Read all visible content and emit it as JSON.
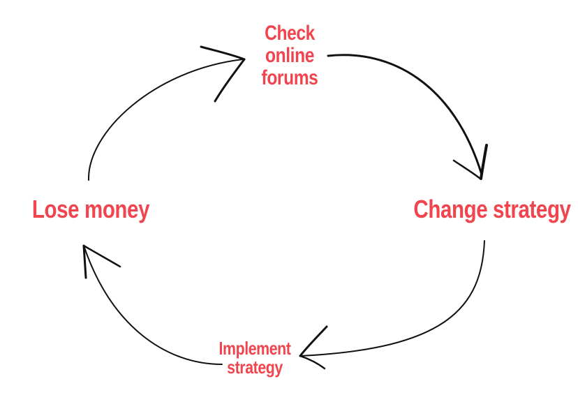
{
  "diagram": {
    "type": "cycle",
    "accent_color": "#f0454e",
    "arrow_color": "#111111",
    "nodes": {
      "check_forums": {
        "lines": [
          "Check",
          "online",
          "forums"
        ]
      },
      "change_strategy": {
        "text": "Change strategy"
      },
      "implement_strategy": {
        "lines": [
          "Implement",
          "strategy"
        ]
      },
      "lose_money": {
        "text": "Lose money"
      }
    },
    "edges": [
      {
        "from": "check_forums",
        "to": "change_strategy"
      },
      {
        "from": "change_strategy",
        "to": "implement_strategy"
      },
      {
        "from": "implement_strategy",
        "to": "lose_money"
      },
      {
        "from": "lose_money",
        "to": "check_forums"
      }
    ]
  }
}
